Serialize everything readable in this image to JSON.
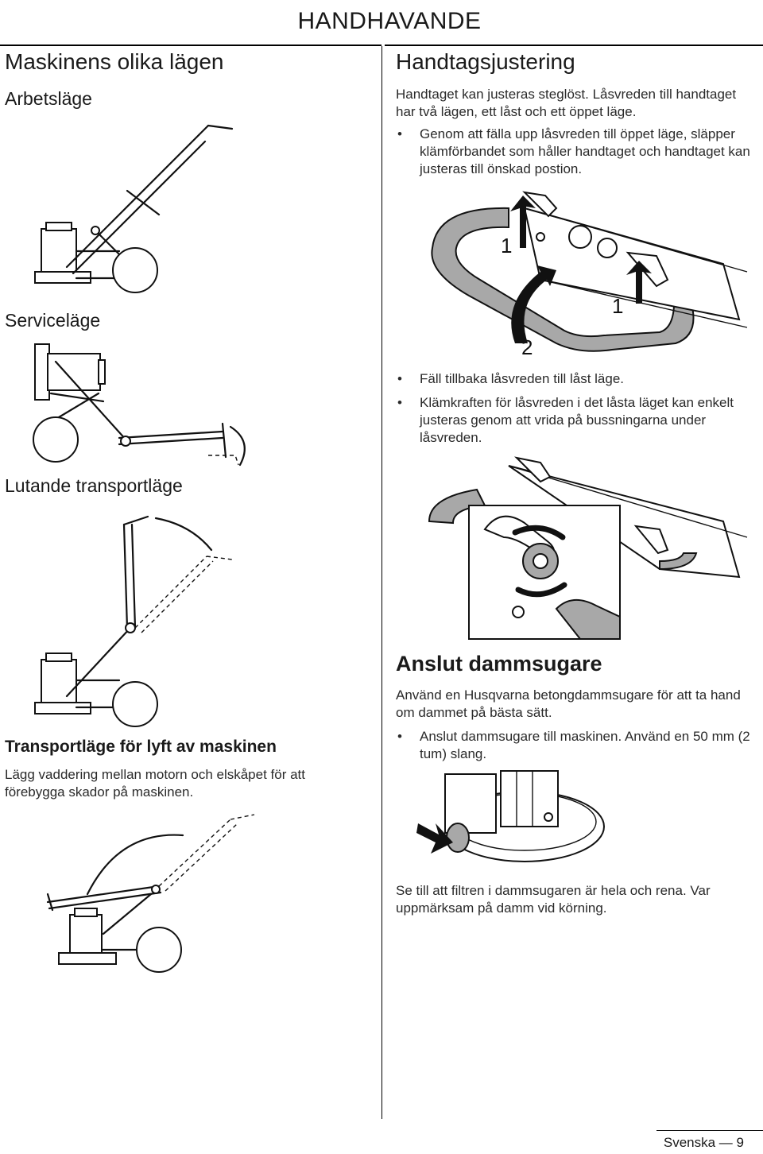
{
  "header": {
    "title": "HANDHAVANDE"
  },
  "left": {
    "heading": "Maskinens olika lägen",
    "modes": {
      "work": "Arbetsläge",
      "service": "Serviceläge",
      "tilted": "Lutande transportläge",
      "lift": "Transportläge för lyft av maskinen"
    },
    "lift_text": "Lägg vaddering mellan motorn och elskåpet för att förebygga skador på maskinen."
  },
  "right": {
    "handle": {
      "heading": "Handtagsjustering",
      "intro": "Handtaget kan justeras steglöst. Låsvreden till handtaget har två lägen, ett låst och ett öppet läge.",
      "bullet1": "Genom att fälla upp låsvreden till öppet läge, släpper klämförbandet som håller handtaget och handtaget kan justeras till önskad postion.",
      "callouts": [
        "1",
        "1",
        "2"
      ],
      "bullet2": "Fäll tillbaka låsvreden till låst läge.",
      "bullet3": "Klämkraften för låsvreden i det låsta läget kan enkelt justeras genom att vrida på bussningarna under låsvreden."
    },
    "dust": {
      "heading": "Anslut dammsugare",
      "intro": "Använd en Husqvarna betongdammsugare för att ta hand om dammet på bästa sätt.",
      "bullet": "Anslut dammsugare till maskinen. Använd en 50 mm (2 tum) slang.",
      "note": "Se till att filtren i dammsugaren är hela och rena. Var uppmärksam på damm vid körning."
    }
  },
  "footer": {
    "language": "Svenska",
    "page": "9",
    "separator": "—"
  }
}
